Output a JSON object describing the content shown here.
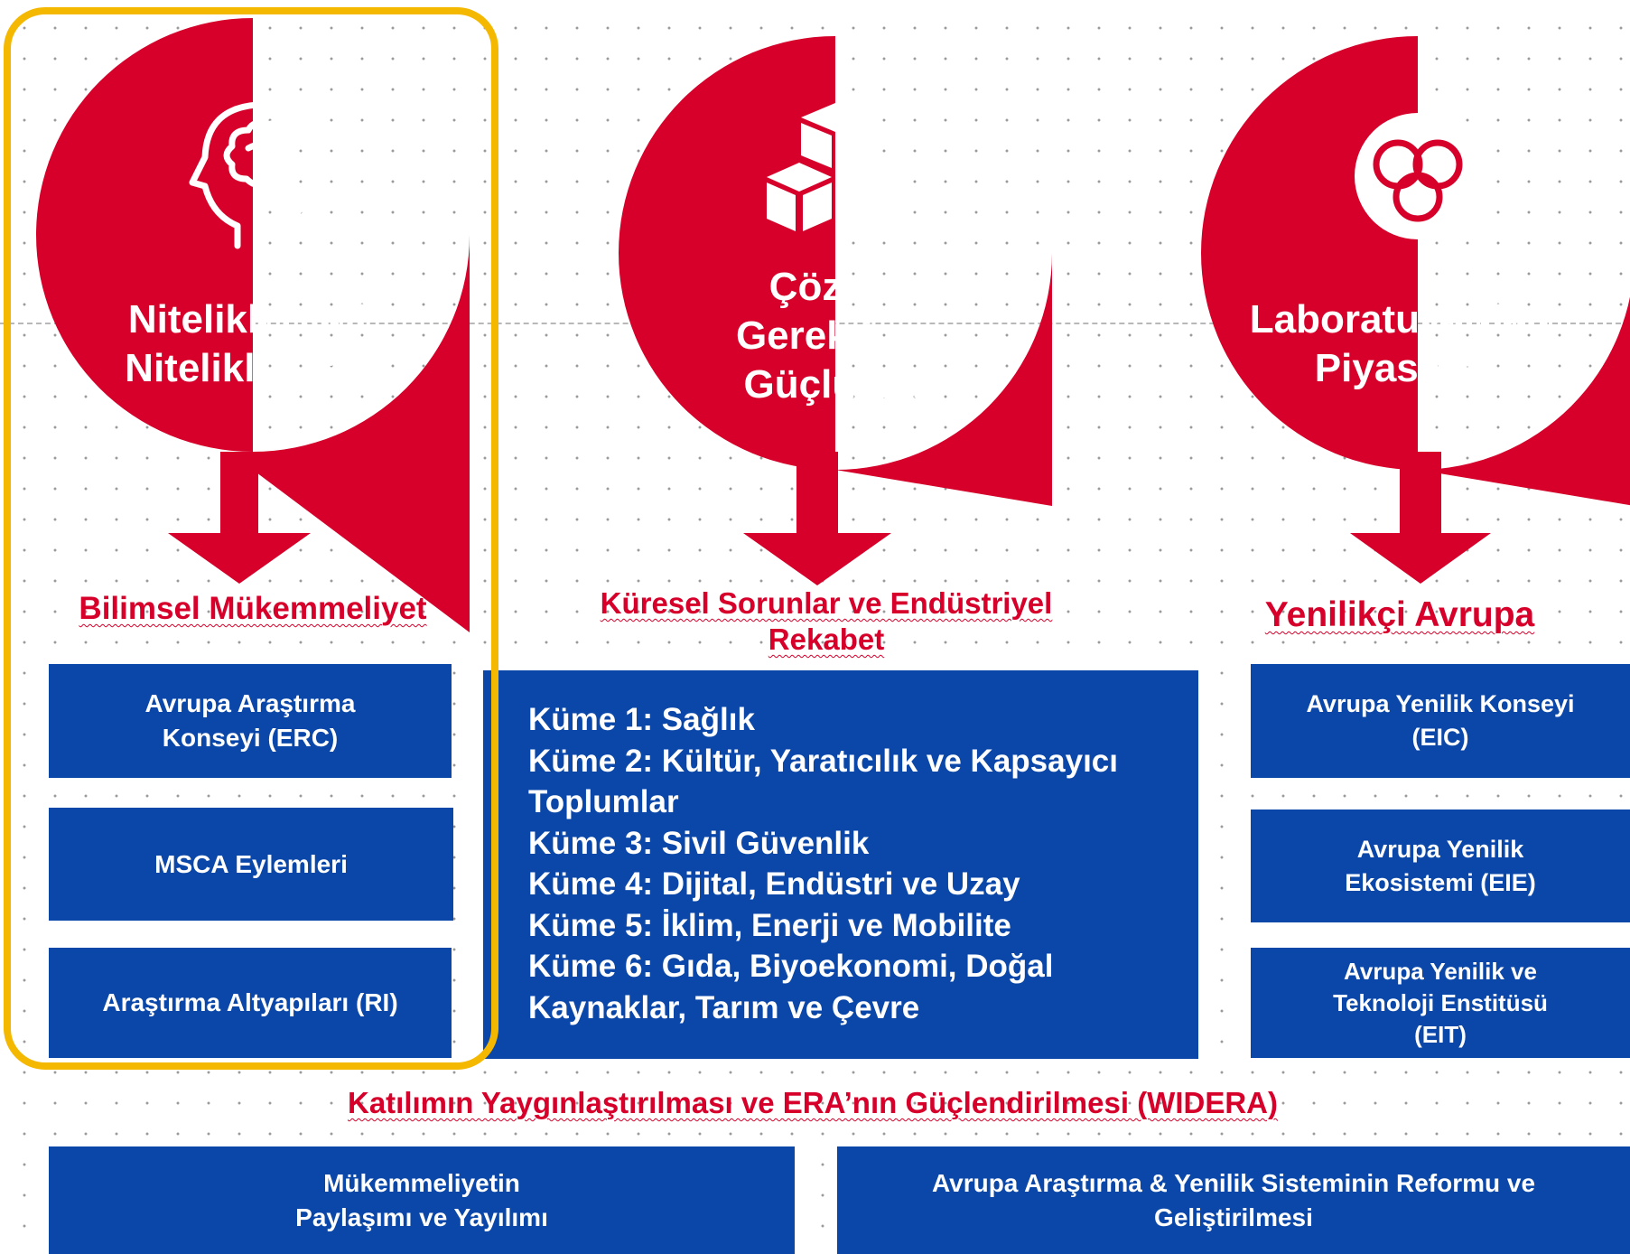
{
  "colors": {
    "red": "#d6002a",
    "blue": "#0b47a8",
    "highlight": "#f5b800",
    "white": "#ffffff"
  },
  "pillars": [
    {
      "icon": "head-brain-icon",
      "title": "Nitelikli Bilgi,\nNitelikli İnsan",
      "section": "Bilimsel Mükemmeliyet",
      "boxes": [
        "Avrupa Araştırma\nKonseyi (ERC)",
        "MSCA Eylemleri",
        "Araştırma Altyapıları (RI)"
      ]
    },
    {
      "icon": "cubes-icon",
      "title": "Çözüm\nGerektiren\nGüçlükler",
      "section": "Küresel Sorunlar ve Endüstriyel\nRekabet",
      "clusters": [
        "Küme 1: Sağlık",
        "Küme 2: Kültür, Yaratıcılık ve Kapsayıcı Toplumlar",
        "Küme 3: Sivil Güvenlik",
        "Küme 4: Dijital, Endüstri ve Uzay",
        "Küme 5: İklim, Enerji ve Mobilite",
        "Küme 6: Gıda, Biyoekonomi, Doğal Kaynaklar, Tarım ve Çevre"
      ]
    },
    {
      "icon": "trinity-knot-icon",
      "title": "Laboratuvardan\nPiyasaya",
      "section": "Yenilikçi Avrupa",
      "boxes": [
        "Avrupa Yenilik Konseyi\n(EIC)",
        "Avrupa Yenilik\nEkosistemi (EIE)",
        "Avrupa Yenilik ve\nTeknoloji Enstitüsü\n(EIT)"
      ]
    }
  ],
  "widera": {
    "title": "Katılımın Yaygınlaştırılması ve ERA’nın Güçlendirilmesi (WIDERA)",
    "boxes": [
      "Mükemmeliyetin\nPaylaşımı ve Yayılımı",
      "Avrupa Araştırma & Yenilik Sisteminin Reformu ve\nGeliştirilmesi"
    ]
  }
}
